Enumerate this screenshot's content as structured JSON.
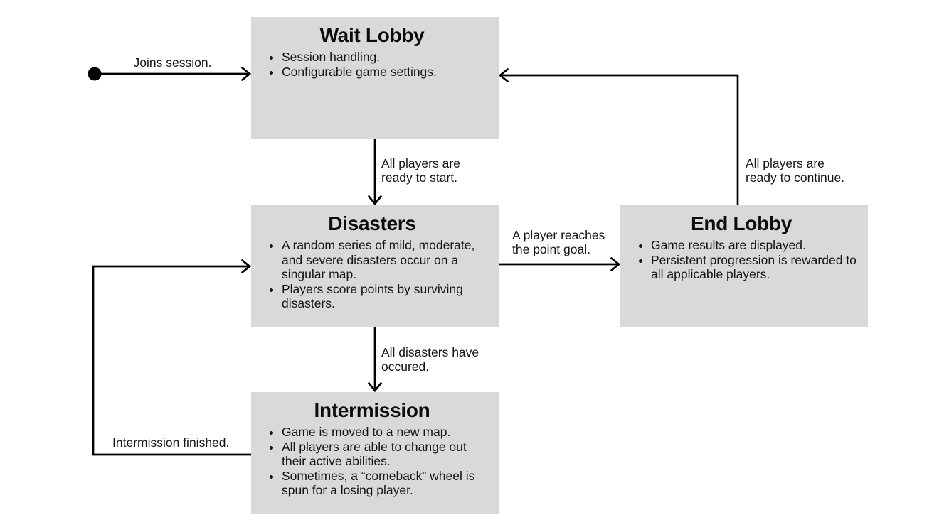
{
  "diagram": {
    "background_color": "#ffffff",
    "box_fill_color": "#d9d9d9",
    "line_color": "#000000",
    "start_node": "initial-state-dot",
    "nodes": {
      "wait_lobby": {
        "title": "Wait Lobby",
        "bullets": [
          "Session handling.",
          "Configurable game settings."
        ]
      },
      "disasters": {
        "title": "Disasters",
        "bullets": [
          "A random series of mild, moderate, and severe disasters occur on a singular map.",
          "Players score points by surviving disasters."
        ]
      },
      "end_lobby": {
        "title": "End Lobby",
        "bullets": [
          "Game results are displayed.",
          "Persistent progression is rewarded to all applicable players."
        ]
      },
      "intermission": {
        "title": "Intermission",
        "bullets": [
          "Game is moved to a new map.",
          "All players are able to change out their active abilities.",
          "Sometimes, a “comeback” wheel is spun for a losing player."
        ]
      }
    },
    "edges": {
      "joins_session": {
        "from": "start",
        "to": "wait_lobby",
        "label": "Joins session."
      },
      "ready_to_start": {
        "from": "wait_lobby",
        "to": "disasters",
        "label": "All players are ready to start."
      },
      "point_goal": {
        "from": "disasters",
        "to": "end_lobby",
        "label": "A player reaches the point goal."
      },
      "ready_to_continue": {
        "from": "end_lobby",
        "to": "wait_lobby",
        "label": "All players are ready to continue."
      },
      "disasters_occured": {
        "from": "disasters",
        "to": "intermission",
        "label": "All disasters have occured."
      },
      "intermission_finished": {
        "from": "intermission",
        "to": "disasters",
        "label": "Intermission finished."
      }
    }
  }
}
